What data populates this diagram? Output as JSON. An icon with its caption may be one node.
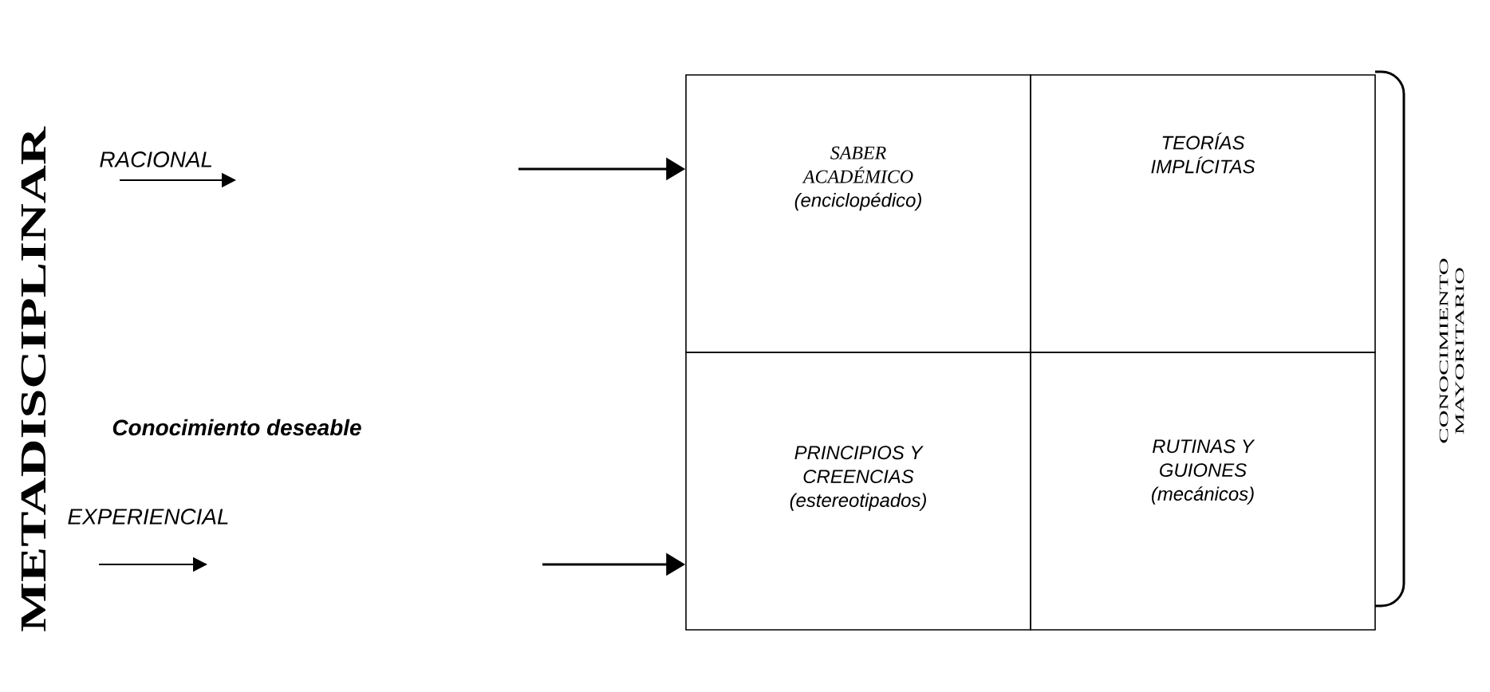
{
  "diagram": {
    "nodes": [
      {
        "text": [
          "SABER ACADÉMICO",
          "(enciclopédico)"
        ]
      },
      {
        "text": [
          "TEORÍAS IMPLÍCITAS"
        ]
      },
      {
        "text": [
          "PRINCIPIOS Y CREENCIAS",
          "(estereotipados)"
        ]
      },
      {
        "text": [
          "RUTINAS Y GUIONES",
          "(mecánicos)"
        ]
      }
    ],
    "edges": [
      {
        "from": null,
        "to": 0,
        "arrow": "to"
      },
      {
        "from": null,
        "to": 2,
        "arrow": "to"
      }
    ],
    "labels": [
      "METADISCIPLINAR",
      "RACIONAL",
      "Conocimiento deseable",
      "EXPERIENCIAL",
      "CONOCIMIENTO MAYORITARIO"
    ]
  }
}
